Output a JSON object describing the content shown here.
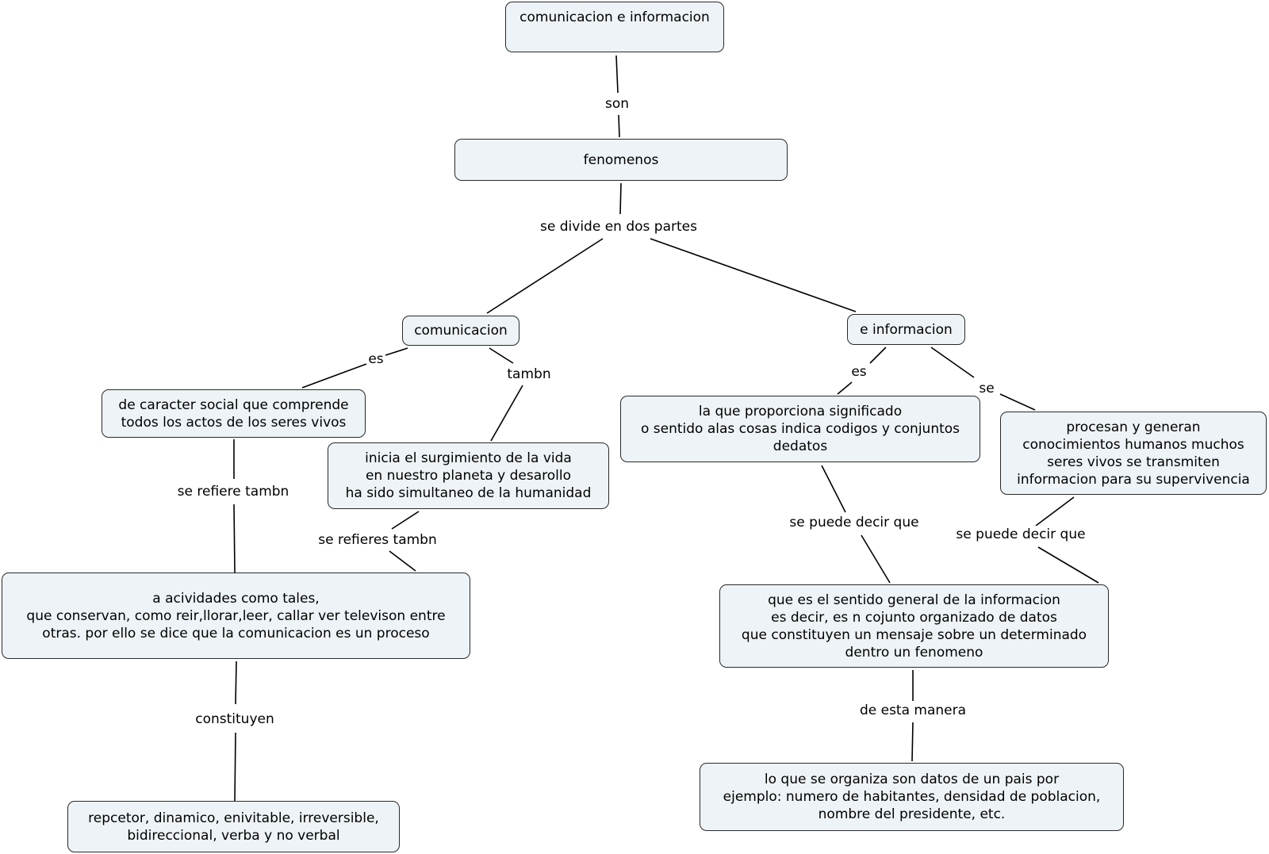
{
  "concept_map": {
    "nodes": {
      "root": "comunicacion e informacion",
      "fenomenos": "fenomenos",
      "comunicacion": "comunicacion",
      "informacion": "e informacion",
      "caracter_social": "de caracter social que comprende\ntodos los actos de los seres vivos",
      "surgimiento": "inicia el surgimiento de la vida\nen nuestro planeta y desarollo\nha sido simultaneo de la humanidad",
      "acividades": "a acividades como tales,\nque conservan, como reir,llorar,leer, callar ver televison entre\notras. por ello se dice que la comunicacion es un proceso",
      "caracteristicas": "repcetor, dinamico, enivitable, irreversible,\nbidireccional, verba y no verbal",
      "proporciona": "la que proporciona significado\no sentido alas cosas indica codigos y conjuntos\ndedatos",
      "procesan": "procesan y generan\nconocimientos humanos muchos\nseres vivos se transmiten\ninformacion para su supervivencia",
      "sentido_general": "que es el sentido general de la informacion\nes decir, es n cojunto organizado de datos\nque constituyen un mensaje sobre un determinado\ndentro un fenomeno",
      "organiza": "lo que se organiza son datos de un pais por\nejemplo: numero de habitantes, densidad de poblacion,\nnombre del presidente, etc."
    },
    "links": {
      "son": "son",
      "se_divide": "se divide en dos partes",
      "es_comunicacion": "es",
      "tambn": "tambn",
      "es_informacion": "es",
      "se": "se",
      "se_refiere_tambn": "se refiere tambn",
      "se_refieres_tambn": "se refieres tambn",
      "constituyen": "constituyen",
      "se_puede_decir_1": "se puede decir que",
      "se_puede_decir_2": "se puede decir que",
      "de_esta_manera": "de esta manera"
    }
  }
}
